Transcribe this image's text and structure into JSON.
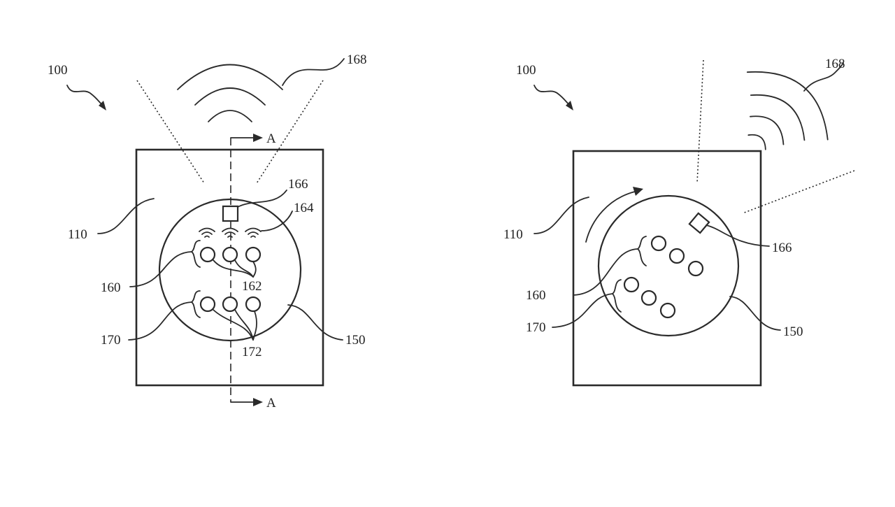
{
  "figure_left": {
    "assembly_ref": "100",
    "housing_ref": "110",
    "disc_ref": "150",
    "group_one_ref": "160",
    "group_one_elements_ref": "162",
    "wave_indicator_ref": "164",
    "marker_ref": "166",
    "signal_ref": "168",
    "group_two_ref": "170",
    "group_two_elements_ref": "172",
    "section_label_top": "A",
    "section_label_bottom": "A"
  },
  "figure_right": {
    "assembly_ref": "100",
    "housing_ref": "110",
    "disc_ref": "150",
    "group_one_ref": "160",
    "marker_ref": "166",
    "signal_ref": "168",
    "group_two_ref": "170"
  },
  "colors": {
    "ink": "#2a2a2a",
    "paper": "#ffffff"
  }
}
